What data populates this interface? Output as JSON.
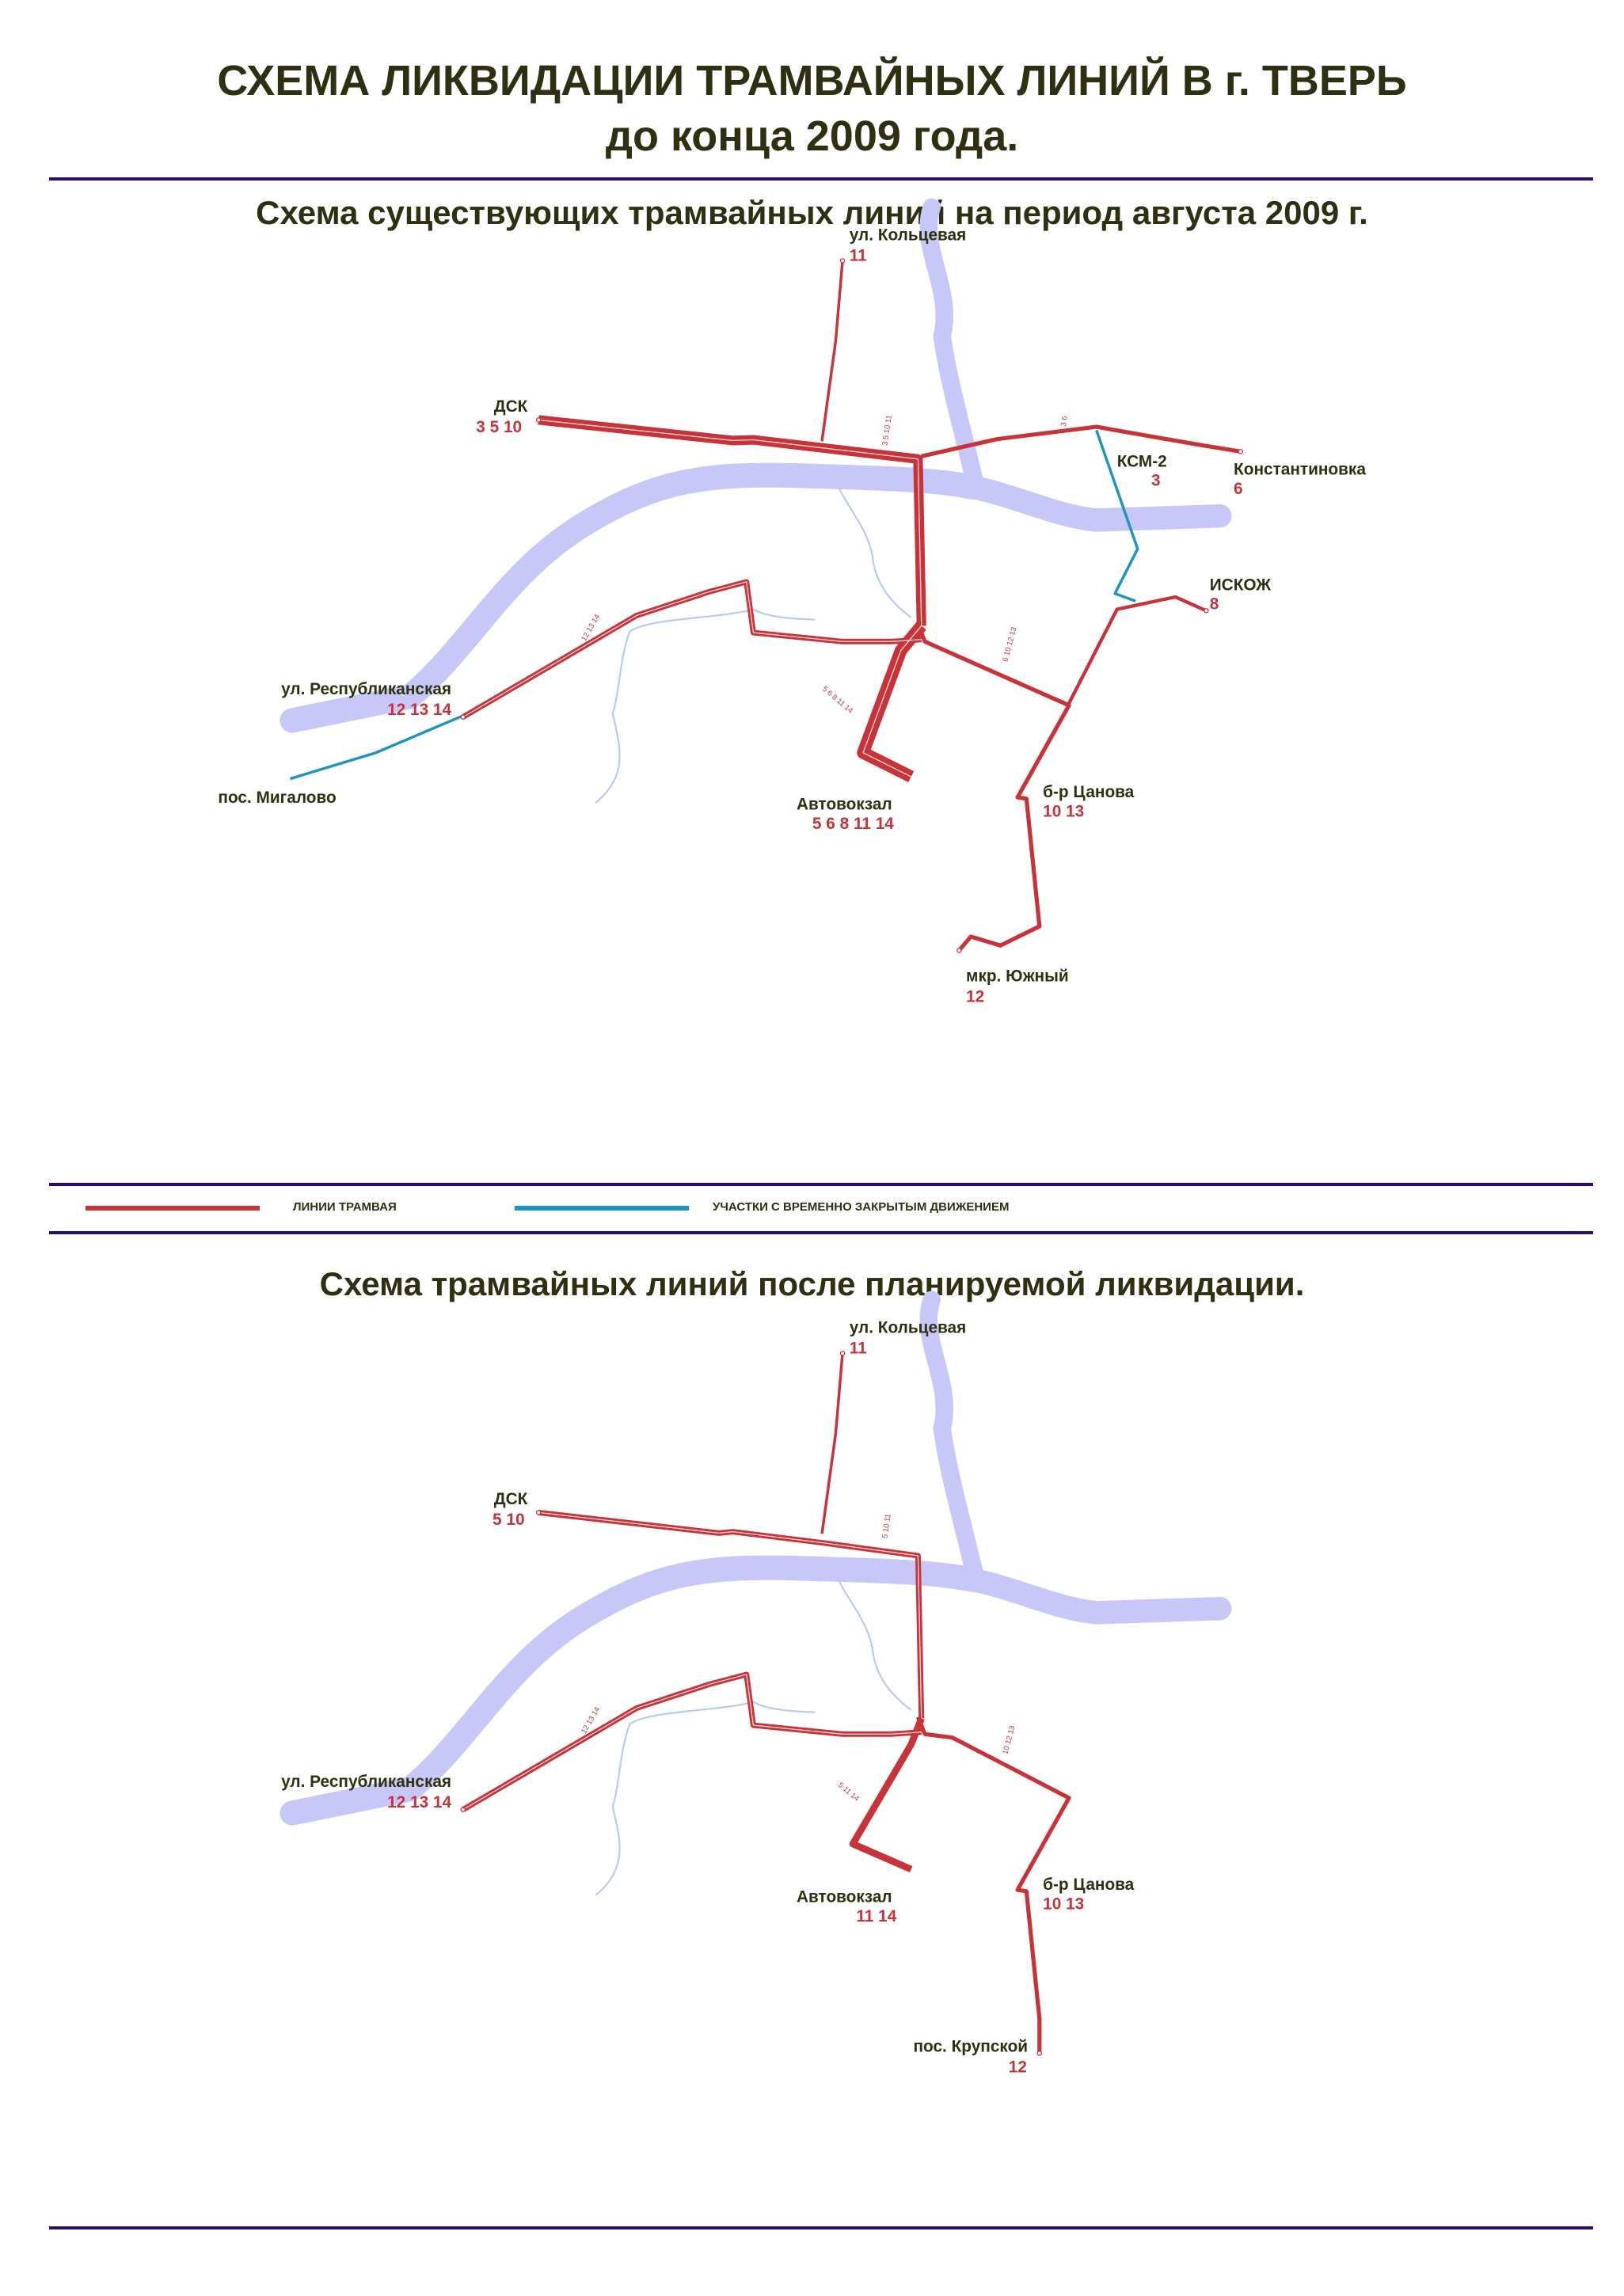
{
  "title": {
    "line1": "СХЕМА ЛИКВИДАЦИИ ТРАМВАЙНЫХ ЛИНИЙ В г. ТВЕРЬ",
    "line2": "до конца 2009 года."
  },
  "colors": {
    "tram": "#c8333a",
    "closed": "#1e94c3",
    "river": "#c8c8f8",
    "rule": "#2a0f66",
    "text": "#2f2f12"
  },
  "legend": {
    "tram_label": "ЛИНИИ ТРАМВАЯ",
    "closed_label": "УЧАСТКИ С ВРЕМЕННО ЗАКРЫТЫМ ДВИЖЕНИЕМ"
  },
  "map1": {
    "title": "Схема существующих  трамвайных линий на период августа 2009 г.",
    "stops": {
      "koltsevaya": {
        "name": "ул. Кольцевая",
        "routes": "11"
      },
      "dsk": {
        "name": "ДСК",
        "routes": "3 5 10"
      },
      "ksm2": {
        "name": "КСМ-2",
        "routes": "3"
      },
      "konstantinovka": {
        "name": "Константиновка",
        "routes": "6"
      },
      "iskozh": {
        "name": "ИСКОЖ",
        "routes": "8"
      },
      "respublikanskaya": {
        "name": "ул. Республиканская",
        "routes": "12 13 14"
      },
      "migalovo": {
        "name": "пос. Мигалово"
      },
      "avtovokzal": {
        "name": "Автовокзал",
        "routes": "5 6 8 11 14"
      },
      "tsanova": {
        "name": "б-р Цанова",
        "routes": "10 13"
      },
      "yuzhny": {
        "name": "мкр. Южный",
        "routes": "12"
      }
    },
    "segment_labels": {
      "center_north": "3 5 10 11",
      "east": "3 6",
      "west": "12 13 14",
      "south": "5 6 8 11 14",
      "southeast": "6 10 12 13"
    }
  },
  "map2": {
    "title": "Схема  трамвайных линий после планируемой ликвидации.",
    "stops": {
      "koltsevaya": {
        "name": "ул. Кольцевая",
        "routes": "11"
      },
      "dsk": {
        "name": "ДСК",
        "routes": "5 10"
      },
      "respublikanskaya": {
        "name": "ул. Республиканская",
        "routes": "12 13 14"
      },
      "avtovokzal": {
        "name": "Автовокзал",
        "routes": "11 14"
      },
      "tsanova": {
        "name": "б-р Цанова",
        "routes": "10 13"
      },
      "krupskoy": {
        "name": "пос. Крупской",
        "routes": "12"
      }
    },
    "segment_labels": {
      "center_north": "5 10 11",
      "west": "12 13 14",
      "south": "5 11 14",
      "southeast": "10 12 13"
    }
  }
}
